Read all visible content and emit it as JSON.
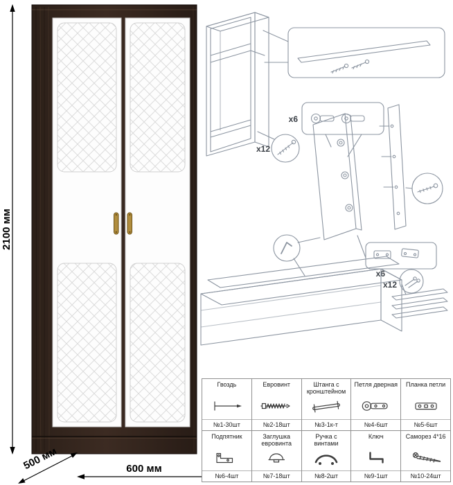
{
  "dimensions": {
    "height": "2100 мм",
    "width": "600 мм",
    "depth": "500 мм"
  },
  "assembly": {
    "callouts": {
      "carcass_screws": "х12",
      "door_hinges": "х6",
      "plate_hinges": "х6",
      "plate_screws": "х12"
    }
  },
  "colors": {
    "cabinet_wood": "#34261f",
    "door": "#fdfdfd",
    "handle_gold": "#b08d3e",
    "diagram_line": "#8b94a0"
  },
  "parts": {
    "rows": [
      [
        {
          "name": "Гвоздь",
          "qty": "№1-30шт",
          "icon": "nail-icon"
        },
        {
          "name": "Евровинт",
          "qty": "№2-18шт",
          "icon": "confirmat-screw-icon"
        },
        {
          "name": "Штанга с кронштейном",
          "qty": "№3-1к-т",
          "icon": "hanging-rod-icon"
        },
        {
          "name": "Петля дверная",
          "qty": "№4-6шт",
          "icon": "door-hinge-icon"
        },
        {
          "name": "Планка петли",
          "qty": "№5-6шт",
          "icon": "hinge-plate-icon"
        }
      ],
      [
        {
          "name": "Подпятник",
          "qty": "№6-4шт",
          "icon": "foot-glide-icon"
        },
        {
          "name": "Заглушка евровинта",
          "qty": "№7-18шт",
          "icon": "screw-cap-icon"
        },
        {
          "name": "Ручка с винтами",
          "qty": "№8-2шт",
          "icon": "handle-icon"
        },
        {
          "name": "Ключ",
          "qty": "№9-1шт",
          "icon": "key-icon"
        },
        {
          "name": "Саморез 4*16",
          "qty": "№10-24шт",
          "icon": "self-tapping-screw-icon"
        }
      ]
    ]
  }
}
